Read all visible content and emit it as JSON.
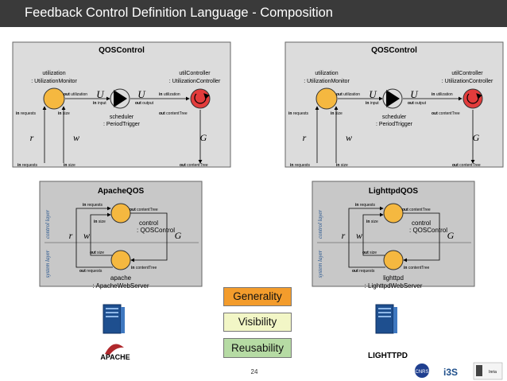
{
  "title": "Feedback Control Definition Language - Composition",
  "left": {
    "outer_title": "QOSControl",
    "monitor_name": "utilization",
    "monitor_type": ": UtilizationMonitor",
    "controller_name": "utilController",
    "controller_type": ": UtilizationController",
    "scheduler_name": "scheduler",
    "scheduler_type": ": PeriodTrigger",
    "inner_title": "ApacheQOS",
    "control_name": "control",
    "control_type": ": QOSControl",
    "system_name": "apache",
    "system_type": ": ApacheWebServer",
    "logo_text": "APACHE"
  },
  "right": {
    "outer_title": "QOSControl",
    "monitor_name": "utilization",
    "monitor_type": ": UtilizationMonitor",
    "controller_name": "utilController",
    "controller_type": ": UtilizationController",
    "scheduler_name": "scheduler",
    "scheduler_type": ": PeriodTrigger",
    "inner_title": "LighttpdQOS",
    "control_name": "control",
    "control_type": ": QOSControl",
    "system_name": "lighttpd",
    "system_type": ": LighttpdWebServer",
    "logo_text": "LIGHTTPD"
  },
  "ports": {
    "kw_out": "out",
    "kw_in": "in",
    "utilization": "utilization",
    "input": "input",
    "output": "output",
    "requests": "requests",
    "size": "size",
    "contentTree": "contentTree"
  },
  "symbols": {
    "U": "U",
    "r": "r",
    "w": "w",
    "G": "G"
  },
  "layers": {
    "control": "control layer",
    "system": "system layer"
  },
  "buttons": {
    "generality": "Generality",
    "visibility": "Visibility",
    "reusability": "Reusability"
  },
  "page_number": "24",
  "footer_logos": [
    "CNRS",
    "i3S",
    "Inria"
  ],
  "colors": {
    "title_bar": "#3a3a3a",
    "component_fill": "#f5b840",
    "panel_fill": "#dcdcdc",
    "inner_panel_fill": "#c8c8c8",
    "red": "#e23c3c",
    "generality": "#f39c2c",
    "visibility": "#f2f6c6",
    "reusability": "#b6dba4"
  }
}
